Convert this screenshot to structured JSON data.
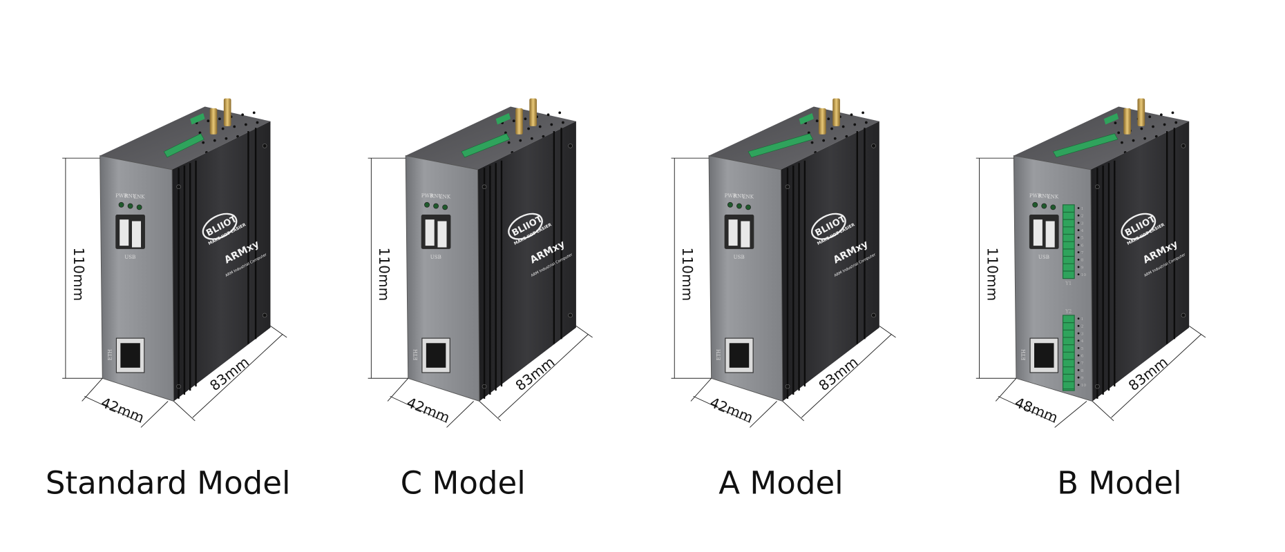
{
  "brand": {
    "logo_text": "BLIIOT",
    "slogan": "MAKE IIOT EASIER",
    "product": "ARMxy",
    "subtitle": "ARM Industrial Computer"
  },
  "port_labels": {
    "leds": [
      "PWR",
      "RNU",
      "LNK"
    ],
    "usb": "USB",
    "ethernet": "ETH",
    "terminal_block_1": "Y1",
    "terminal_block_2": "Y2",
    "terminal_pins": [
      "1",
      "2",
      "3",
      "4",
      "5",
      "6",
      "7",
      "8",
      "9",
      "10"
    ]
  },
  "colors": {
    "terminal_green": "#2fa35c",
    "antenna_gold": "#c9a04a",
    "front_silver": "#8d8f93",
    "side_black": "#2b2b2e"
  },
  "models": [
    {
      "label": "Standard Model",
      "height": "110mm",
      "width": "42mm",
      "depth": "83mm",
      "variant": "standard"
    },
    {
      "label": "C Model",
      "height": "110mm",
      "width": "42mm",
      "depth": "83mm",
      "variant": "c"
    },
    {
      "label": "A Model",
      "height": "110mm",
      "width": "42mm",
      "depth": "83mm",
      "variant": "a"
    },
    {
      "label": "B Model",
      "height": "110mm",
      "width": "48mm",
      "depth": "83mm",
      "variant": "b"
    }
  ]
}
